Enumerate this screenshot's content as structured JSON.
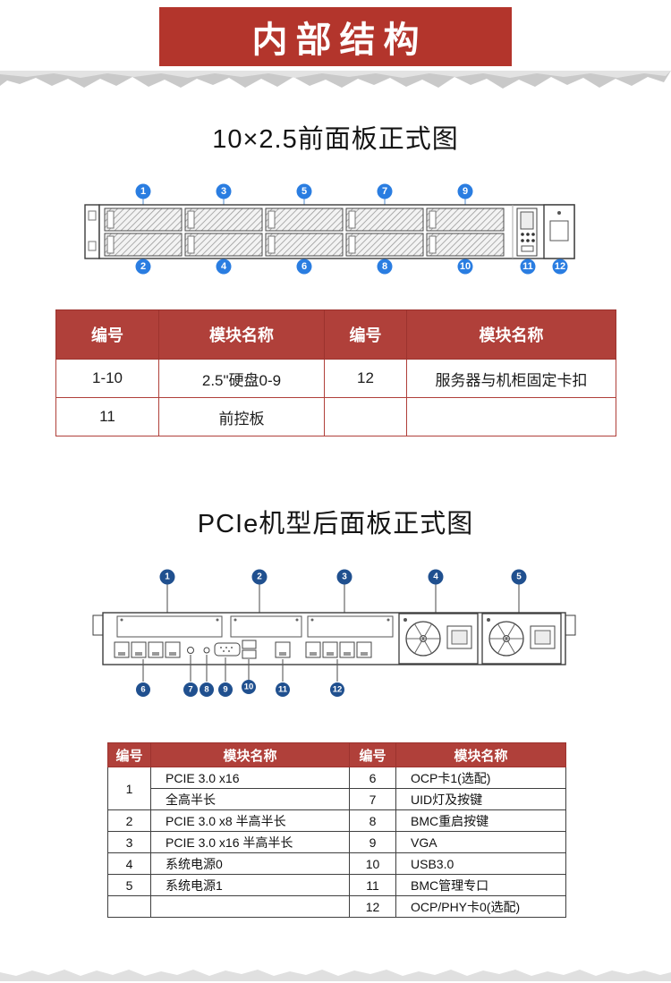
{
  "banner": {
    "title": "内部结构"
  },
  "front_section": {
    "title": "10×2.5前面板正式图",
    "diagram": {
      "callouts_top": [
        "1",
        "3",
        "5",
        "7",
        "9"
      ],
      "callouts_bottom": [
        "2",
        "4",
        "6",
        "8",
        "10"
      ],
      "callout_front_panel": "11",
      "callout_latch": "12"
    },
    "table": {
      "headers": [
        "编号",
        "模块名称",
        "编号",
        "模块名称"
      ],
      "rows": [
        [
          "1-10",
          "2.5\"硬盘0-9",
          "12",
          "服务器与机柜固定卡扣"
        ],
        [
          "11",
          "前控板",
          "",
          ""
        ]
      ]
    }
  },
  "rear_section": {
    "title": "PCIe机型后面板正式图",
    "diagram": {
      "callouts_top": [
        "1",
        "2",
        "3",
        "4",
        "5"
      ],
      "callouts_bottom": [
        "6",
        "7",
        "8",
        "9",
        "10",
        "11",
        "12"
      ]
    },
    "table": {
      "headers": [
        "编号",
        "模块名称",
        "编号",
        "模块名称"
      ],
      "rows": [
        [
          "1",
          "PCIE 3.0 x16",
          "6",
          "OCP卡1(选配)"
        ],
        [
          "",
          "全高半长",
          "7",
          "UID灯及按键"
        ],
        [
          "2",
          "PCIE 3.0 x8 半高半长",
          "8",
          "BMC重启按键"
        ],
        [
          "3",
          "PCIE 3.0 x16 半高半长",
          "9",
          "VGA"
        ],
        [
          "4",
          "系统电源0",
          "10",
          "USB3.0"
        ],
        [
          "5",
          "系统电源1",
          "11",
          "BMC管理专口"
        ],
        [
          "",
          "",
          "12",
          "OCP/PHY卡0(选配)"
        ]
      ]
    }
  },
  "colors": {
    "banner-red": "#b3352c",
    "table-red": "#b0403a",
    "callout-front": "#2a7de1",
    "callout-rear": "#20508f"
  }
}
